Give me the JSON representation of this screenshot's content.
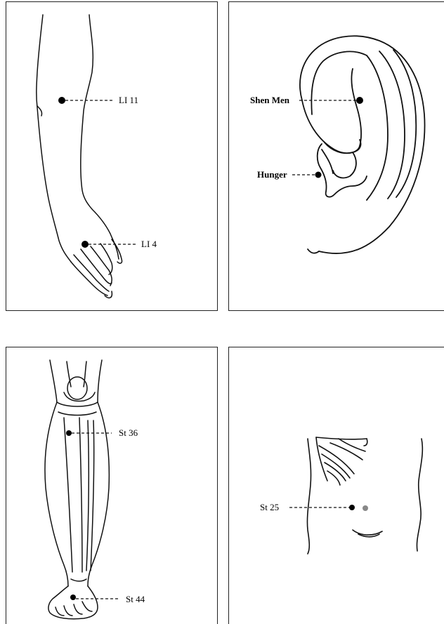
{
  "panels": {
    "arm": {
      "points": [
        "LI 11",
        "LI 4"
      ]
    },
    "ear": {
      "points": [
        "Shen Men",
        "Hunger"
      ]
    },
    "leg": {
      "points": [
        "St 36",
        "St 44"
      ]
    },
    "abdomen": {
      "points": [
        "St 25"
      ]
    }
  }
}
